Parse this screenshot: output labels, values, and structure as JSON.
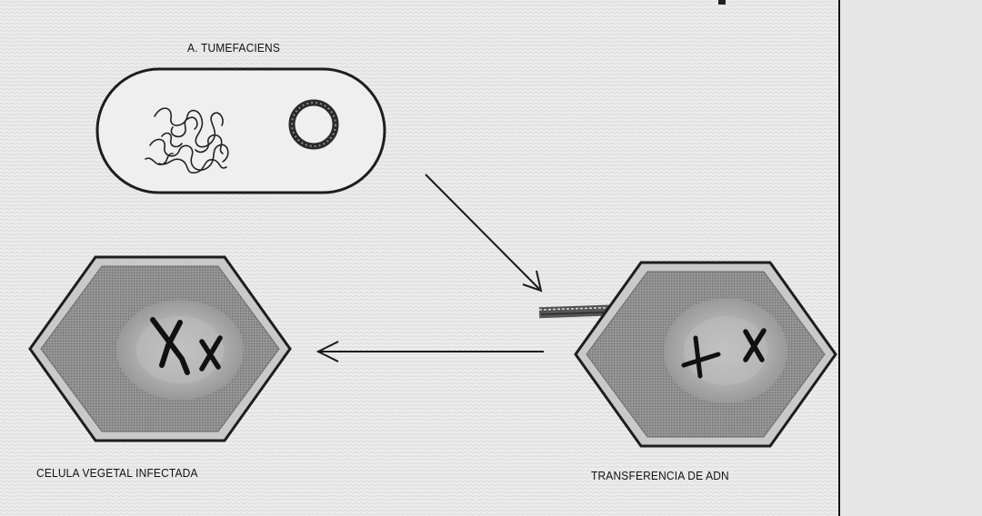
{
  "diagram": {
    "labels": {
      "bacterium": "A. TUMEFACIENS",
      "infected_cell": "CELULA VEGETAL INFECTADA",
      "dna_transfer": "TRANSFERENCIA DE ADN"
    },
    "colors": {
      "panel_bg": "#e9e9e9",
      "side_panel": "#e6e6e6",
      "outline": "#1e1e1e",
      "cell_fill": "#8e8e8e",
      "cell_rim": "#bdbdbd",
      "nucleus": "#a9a9a9",
      "nucleolus": "#c4c4c4"
    }
  }
}
